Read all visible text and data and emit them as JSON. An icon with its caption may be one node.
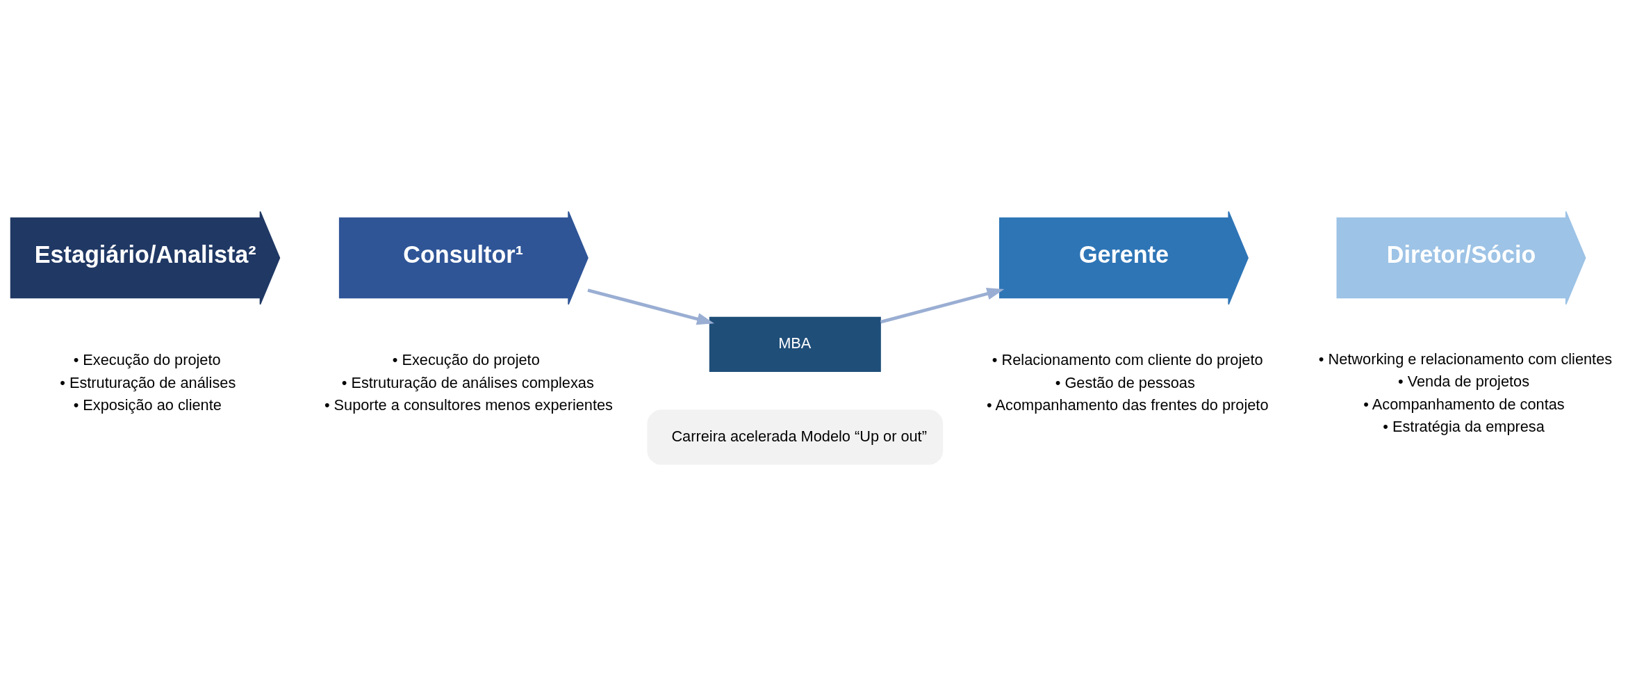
{
  "diagram": {
    "nodes": [
      {
        "text": [
          "Estagiário/Analista²"
        ],
        "beside": [
          "• Execução do projeto",
          "• Estruturação de análises",
          "• Exposição ao cliente"
        ]
      },
      {
        "text": [
          "Consultor¹"
        ],
        "beside": [
          "• Execução do projeto",
          "• Estruturação de análises complexas",
          "• Suporte a consultores menos experientes"
        ]
      },
      {
        "text": [
          "Gerente"
        ],
        "beside": [
          "• Relacionamento com cliente do projeto",
          "• Gestão de pessoas",
          "• Acompanhamento das frentes do projeto"
        ]
      },
      {
        "text": [
          "Diretor/Sócio"
        ],
        "beside": [
          "• Networking e relacionamento com clientes",
          "• Venda de projetos",
          "• Acompanhamento de contas",
          "• Estratégia da empresa"
        ]
      },
      {
        "text": [
          "MBA"
        ]
      },
      {
        "text": [
          "Carreira acelerada Modelo “Up or out”"
        ]
      }
    ],
    "edges": [
      {
        "from": 1,
        "to": 4,
        "arrow": "to"
      },
      {
        "from": 4,
        "to": 2,
        "arrow": "to"
      }
    ]
  }
}
